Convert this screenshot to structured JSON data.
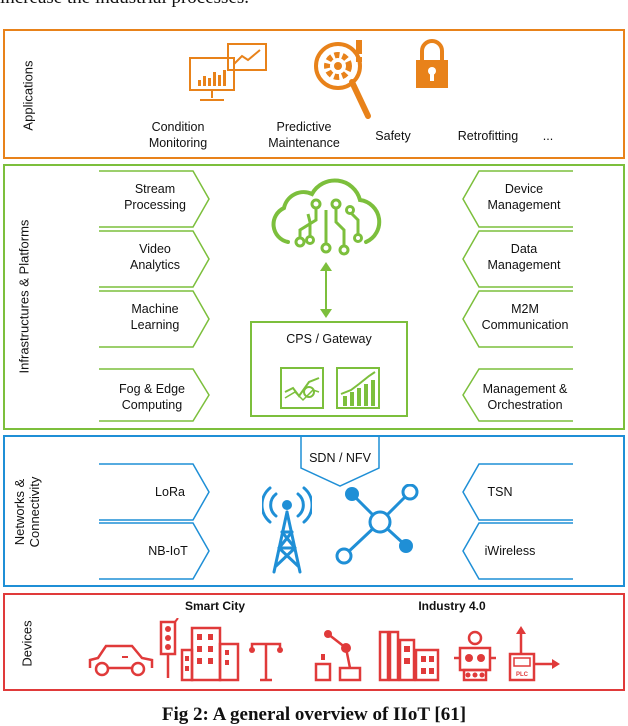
{
  "top_text": "increase the industrial processes.",
  "layers": {
    "applications": {
      "label": "Applications",
      "color": "#e8821a",
      "items": [
        "Condition\nMonitoring",
        "Predictive\nMaintenance",
        "Safety",
        "Retrofitting",
        "..."
      ]
    },
    "infrastructures": {
      "label": "Infrastructures & Platforms",
      "color": "#7cbf3c",
      "left_items": [
        "Stream\nProcessing",
        "Video\nAnalytics",
        "Machine\nLearning",
        "Fog & Edge\nComputing"
      ],
      "right_items": [
        "Device\nManagement",
        "Data\nManagement",
        "M2M\nCommunication",
        "Management &\nOrchestration"
      ],
      "gateway_label": "CPS / Gateway"
    },
    "networks": {
      "label_line1": "Networks &",
      "label_line2": "Connectivity",
      "color": "#1f8fd6",
      "left_items": [
        "LoRa",
        "NB-IoT"
      ],
      "right_items": [
        "TSN",
        "iWireless"
      ],
      "sdn_label": "SDN / NFV"
    },
    "devices": {
      "label": "Devices",
      "color": "#e03a3a",
      "group_labels": [
        "Smart City",
        "Industry 4.0"
      ],
      "plc_text": "PLC"
    }
  },
  "caption": "Fig 2: A general overview of IIoT [61]"
}
